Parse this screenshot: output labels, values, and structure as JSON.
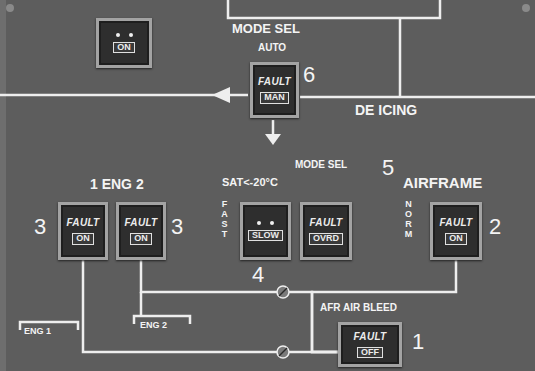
{
  "diagram": {
    "nodes": [
      {
        "text": [
          "ON"
        ]
      },
      {
        "text": [
          "FAULT",
          "MAN"
        ]
      },
      {
        "text": [
          "FAULT",
          "ON"
        ]
      },
      {
        "text": [
          "FAULT",
          "ON"
        ]
      },
      {
        "text": [
          "SLOW"
        ]
      },
      {
        "text": [
          "FAULT",
          "OVRD"
        ]
      },
      {
        "text": [
          "FAULT",
          "ON"
        ]
      },
      {
        "text": [
          "FAULT",
          "OFF"
        ]
      }
    ],
    "edges": [
      {
        "from": 2,
        "to": 7,
        "arrow": "none"
      },
      {
        "from": 3,
        "to": 7,
        "arrow": "none"
      },
      {
        "from": 6,
        "to": 7,
        "arrow": "none"
      }
    ],
    "labels": [
      "MODE SEL",
      "AUTO",
      "6",
      "DE ICING",
      "1 ENG 2",
      "SAT<-20°C",
      "MODE SEL",
      "5",
      "AIRFRAME",
      "FAST",
      "NORM",
      "3",
      "3",
      "2",
      "4",
      "AFR AIR BLEED",
      "1",
      "ENG 1",
      "ENG 2"
    ]
  }
}
